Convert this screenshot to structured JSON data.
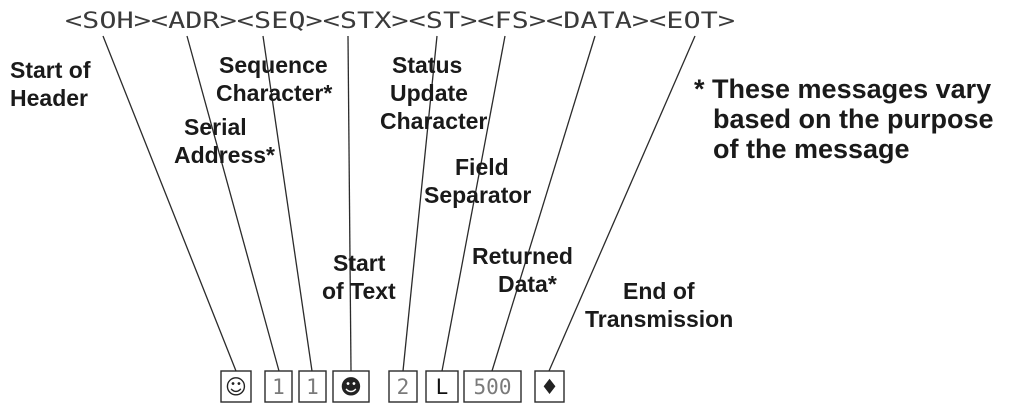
{
  "sequence": "<SOH><ADR><SEQ><STX><ST><FS><DATA><EOT>",
  "labels": {
    "soh": [
      "Start of",
      "Header"
    ],
    "adr": [
      "Serial",
      "Address*"
    ],
    "seq": [
      "Sequence",
      "Character*"
    ],
    "stx": [
      "Start",
      "of Text"
    ],
    "st": [
      "Status",
      "Update",
      "Character"
    ],
    "fs": [
      "Field",
      "Separator"
    ],
    "data": [
      "Returned",
      "Data*"
    ],
    "eot": [
      "End of",
      "Transmission"
    ]
  },
  "note": [
    "* These messages vary",
    "based on the purpose",
    "of the message"
  ],
  "boxes": [
    {
      "id": "soh",
      "text": "☺"
    },
    {
      "id": "adr",
      "text": "1"
    },
    {
      "id": "seq",
      "text": "1"
    },
    {
      "id": "stx",
      "text": "☻"
    },
    {
      "id": "st",
      "text": "2"
    },
    {
      "id": "fs",
      "text": "L"
    },
    {
      "id": "data",
      "text": "500"
    },
    {
      "id": "eot",
      "text": "♦"
    }
  ]
}
